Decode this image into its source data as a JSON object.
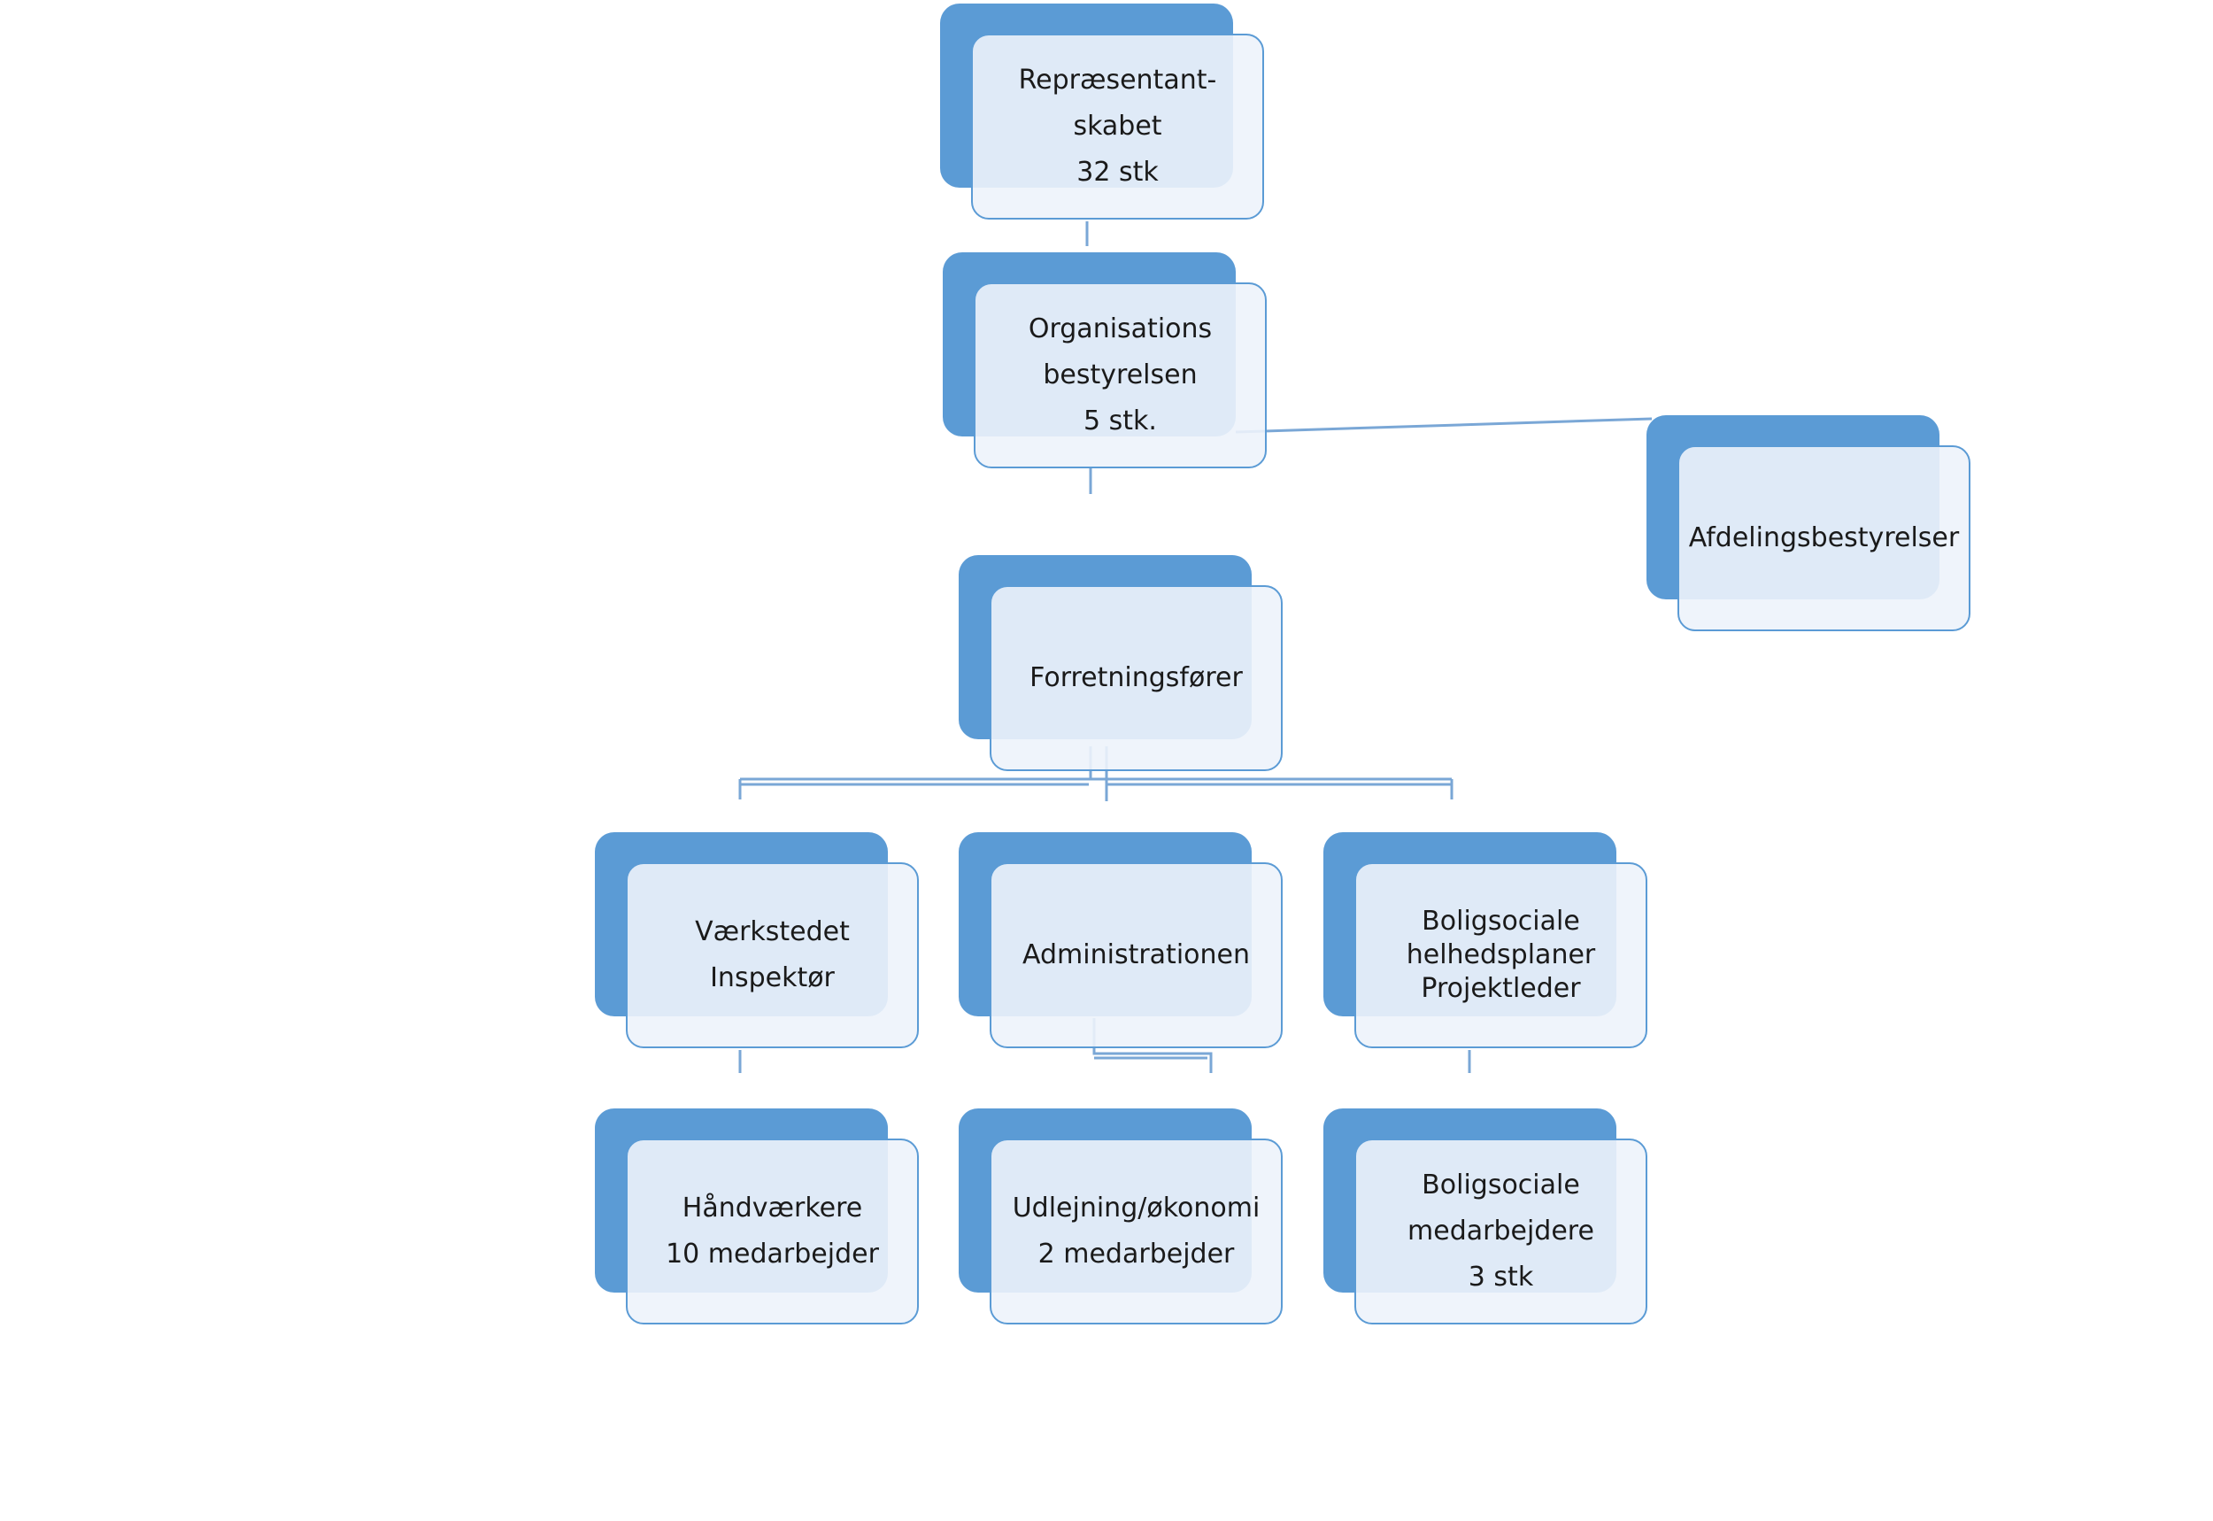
{
  "colors": {
    "box_fill": "#5b9bd5",
    "box_front_fill": "#edf3fb",
    "box_border": "#5b9bd5",
    "connector": "#7aa7d6",
    "text": "#1a1a1a"
  },
  "nodes": {
    "repraesentantskabet": {
      "lines": [
        "Repræsentant-",
        "skabet",
        "32 stk"
      ]
    },
    "organisationsbestyrelsen": {
      "lines": [
        "Organisations",
        "bestyrelsen",
        "5 stk."
      ]
    },
    "afdelingsbestyrelser": {
      "lines": [
        "Afdelingsbestyrelser"
      ]
    },
    "forretningsforer": {
      "lines": [
        "Forretningsfører"
      ]
    },
    "vaerkstedet": {
      "lines": [
        "Værkstedet",
        "Inspektør"
      ]
    },
    "administrationen": {
      "lines": [
        "Administrationen"
      ]
    },
    "boligsociale_helhedsplaner": {
      "lines": [
        "Boligsociale",
        "helhedsplaner",
        "Projektleder"
      ]
    },
    "haandvaerkere": {
      "lines": [
        "Håndværkere",
        "10 medarbejder"
      ]
    },
    "udlejning_okonomi": {
      "lines": [
        "Udlejning/økonomi",
        "2 medarbejder"
      ]
    },
    "boligsociale_medarbejdere": {
      "lines": [
        "Boligsociale",
        "medarbejdere",
        "3 stk"
      ]
    }
  }
}
